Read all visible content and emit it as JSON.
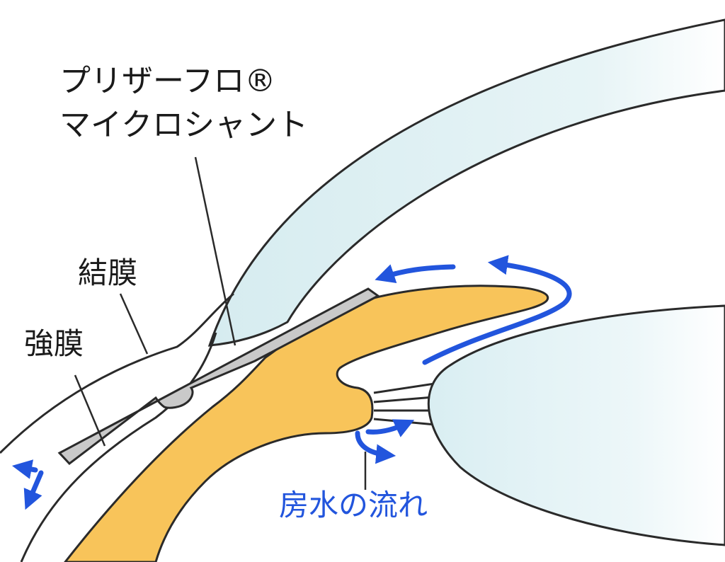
{
  "labels": {
    "device_line1": "プリザーフロ®",
    "device_line2": "マイクロシャント",
    "conjunctiva": "結膜",
    "sclera": "強膜",
    "aqueous_flow": "房水の流れ"
  },
  "colors": {
    "outline": "#2a2a2a",
    "cornea_fill": "#dff0f3",
    "iris_fill": "#f8c45a",
    "shunt_fill": "#c9c9c9",
    "flow_arrow": "#2255dd"
  },
  "icons": [
    "flow-arrow-icon"
  ]
}
